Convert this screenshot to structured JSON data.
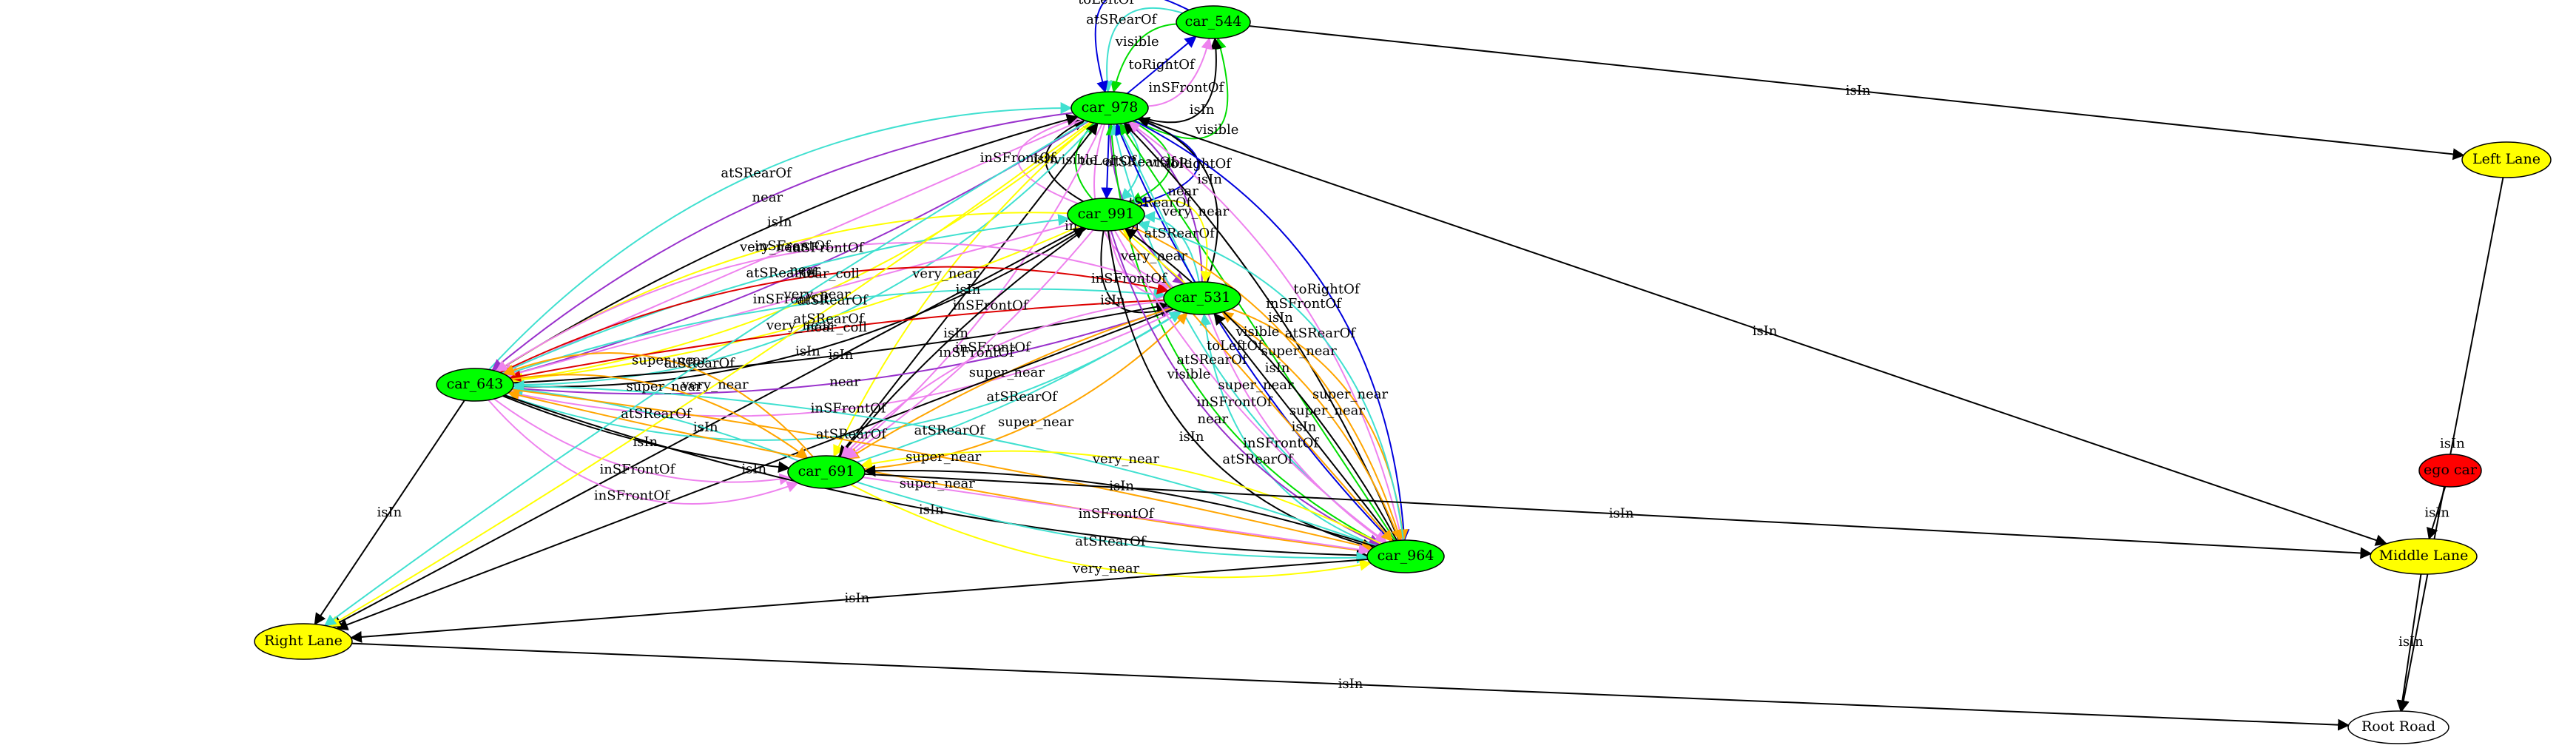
{
  "nodes": [
    {
      "id": "car_544",
      "label": "car_544",
      "fill": "#00ff00"
    },
    {
      "id": "car_978",
      "label": "car_978",
      "fill": "#00ff00"
    },
    {
      "id": "car_991",
      "label": "car_991",
      "fill": "#00ff00"
    },
    {
      "id": "car_531",
      "label": "car_531",
      "fill": "#00ff00"
    },
    {
      "id": "car_643",
      "label": "car_643",
      "fill": "#00ff00"
    },
    {
      "id": "car_691",
      "label": "car_691",
      "fill": "#00ff00"
    },
    {
      "id": "car_964",
      "label": "car_964",
      "fill": "#00ff00"
    },
    {
      "id": "ego_car",
      "label": "ego car",
      "fill": "#ff0000"
    },
    {
      "id": "left_lane",
      "label": "Left Lane",
      "fill": "#ffff00"
    },
    {
      "id": "middle_lane",
      "label": "Middle Lane",
      "fill": "#ffff00"
    },
    {
      "id": "right_lane",
      "label": "Right Lane",
      "fill": "#ffff00"
    },
    {
      "id": "root_road",
      "label": "Root Road",
      "fill": "#ffffff"
    }
  ],
  "edges": [
    {
      "from": "car_978",
      "to": "car_544",
      "label": "visible",
      "color": "#00dd00"
    },
    {
      "from": "car_978",
      "to": "car_544",
      "label": "isIn",
      "color": "#000000"
    },
    {
      "from": "car_978",
      "to": "car_544",
      "label": "inSFrontOf",
      "color": "#ee82ee"
    },
    {
      "from": "car_978",
      "to": "car_544",
      "label": "toRightOf",
      "color": "#0000dd"
    },
    {
      "from": "car_544",
      "to": "car_978",
      "label": "visible",
      "color": "#00dd00"
    },
    {
      "from": "car_544",
      "to": "car_978",
      "label": "atSRearOf",
      "color": "#40e0d0"
    },
    {
      "from": "car_544",
      "to": "car_978",
      "label": "toLeftOf",
      "color": "#0000dd"
    },
    {
      "from": "car_544",
      "to": "left_lane",
      "label": "isIn",
      "color": "#000000"
    },
    {
      "from": "car_978",
      "to": "car_991",
      "label": "toRightOf",
      "color": "#0000dd"
    },
    {
      "from": "car_978",
      "to": "car_991",
      "label": "visible",
      "color": "#00dd00"
    },
    {
      "from": "car_978",
      "to": "car_991",
      "label": "atSRearOf",
      "color": "#40e0d0"
    },
    {
      "from": "car_978",
      "to": "car_991",
      "label": "toLeftOf",
      "color": "#0000dd"
    },
    {
      "from": "car_991",
      "to": "car_978",
      "label": "visible",
      "color": "#00dd00"
    },
    {
      "from": "car_991",
      "to": "car_978",
      "label": "isIn",
      "color": "#000000"
    },
    {
      "from": "car_991",
      "to": "car_978",
      "label": "inSFrontOf",
      "color": "#ee82ee"
    },
    {
      "from": "car_978",
      "to": "car_531",
      "label": "inSFrontOf",
      "color": "#ee82ee"
    },
    {
      "from": "car_978",
      "to": "car_531",
      "label": "near",
      "color": "#9932cc"
    },
    {
      "from": "car_531",
      "to": "car_978",
      "label": "atSRearOf",
      "color": "#40e0d0"
    },
    {
      "from": "car_531",
      "to": "car_978",
      "label": "near",
      "color": "#9932cc"
    },
    {
      "from": "car_531",
      "to": "car_978",
      "label": "isIn",
      "color": "#000000"
    },
    {
      "from": "car_643",
      "to": "car_978",
      "label": "atSRearOf",
      "color": "#40e0d0"
    },
    {
      "from": "car_978",
      "to": "car_643",
      "label": "near",
      "color": "#9932cc"
    },
    {
      "from": "car_643",
      "to": "car_978",
      "label": "isIn",
      "color": "#000000"
    },
    {
      "from": "car_978",
      "to": "car_643",
      "label": "inSFrontOf",
      "color": "#ee82ee"
    },
    {
      "from": "car_978",
      "to": "car_643",
      "label": "near",
      "color": "#9932cc"
    },
    {
      "from": "car_978",
      "to": "car_643",
      "label": "very_near",
      "color": "#ffff00"
    },
    {
      "from": "car_978",
      "to": "car_643",
      "label": "atSRearOf",
      "color": "#40e0d0"
    },
    {
      "from": "car_978",
      "to": "car_691",
      "label": "very_near",
      "color": "#ffff00"
    },
    {
      "from": "car_691",
      "to": "car_978",
      "label": "isIn",
      "color": "#000000"
    },
    {
      "from": "car_978",
      "to": "car_691",
      "label": "inSFrontOf",
      "color": "#ee82ee"
    },
    {
      "from": "car_964",
      "to": "car_978",
      "label": "visible",
      "color": "#00dd00"
    },
    {
      "from": "car_964",
      "to": "car_978",
      "label": "atSRearOf",
      "color": "#40e0d0"
    },
    {
      "from": "car_964",
      "to": "car_978",
      "label": "toLeftOf",
      "color": "#0000dd"
    },
    {
      "from": "car_964",
      "to": "car_978",
      "label": "visible",
      "color": "#00dd00"
    },
    {
      "from": "car_964",
      "to": "car_978",
      "label": "isIn",
      "color": "#000000"
    },
    {
      "from": "car_964",
      "to": "car_978",
      "label": "inSFrontOf",
      "color": "#ee82ee"
    },
    {
      "from": "car_978",
      "to": "car_964",
      "label": "toRightOf",
      "color": "#0000dd"
    },
    {
      "from": "car_978",
      "to": "middle_lane",
      "label": "isIn",
      "color": "#000000"
    },
    {
      "from": "car_991",
      "to": "car_531",
      "label": "isIn",
      "color": "#000000"
    },
    {
      "from": "car_991",
      "to": "car_531",
      "label": "inSFrontOf",
      "color": "#ee82ee"
    },
    {
      "from": "car_531",
      "to": "car_991",
      "label": "very_near",
      "color": "#ffff00"
    },
    {
      "from": "car_531",
      "to": "car_991",
      "label": "atSRearOf",
      "color": "#40e0d0"
    },
    {
      "from": "car_991",
      "to": "car_531",
      "label": "very_near",
      "color": "#ffff00"
    },
    {
      "from": "car_991",
      "to": "car_643",
      "label": "very_near",
      "color": "#ffff00"
    },
    {
      "from": "car_643",
      "to": "car_991",
      "label": "atSRearOf",
      "color": "#40e0d0"
    },
    {
      "from": "car_991",
      "to": "car_643",
      "label": "inSFrontOf",
      "color": "#ee82ee"
    },
    {
      "from": "car_991",
      "to": "car_643",
      "label": "very_near",
      "color": "#ffff00"
    },
    {
      "from": "car_643",
      "to": "car_991",
      "label": "isIn",
      "color": "#000000"
    },
    {
      "from": "car_991",
      "to": "right_lane",
      "label": "isIn",
      "color": "#000000"
    },
    {
      "from": "car_643",
      "to": "car_531",
      "label": "atSRearOf",
      "color": "#40e0d0"
    },
    {
      "from": "car_531",
      "to": "car_643",
      "label": "inSFrontOf",
      "color": "#ee82ee"
    },
    {
      "from": "car_643",
      "to": "car_531",
      "label": "near",
      "color": "#9932cc"
    },
    {
      "from": "car_643",
      "to": "car_531",
      "label": "isIn",
      "color": "#000000"
    },
    {
      "from": "car_531",
      "to": "car_643",
      "label": "near_coll",
      "color": "#dd0000"
    },
    {
      "from": "car_643",
      "to": "car_531",
      "label": "atSRearOf",
      "color": "#40e0d0"
    },
    {
      "from": "car_643",
      "to": "car_531",
      "label": "near_coll",
      "color": "#dd0000"
    },
    {
      "from": "car_531",
      "to": "car_643",
      "label": "inSFrontOf",
      "color": "#ee82ee"
    },
    {
      "from": "car_991",
      "to": "car_691",
      "label": "isIn",
      "color": "#000000"
    },
    {
      "from": "car_691",
      "to": "car_531",
      "label": "super_near",
      "color": "#ffa500"
    },
    {
      "from": "car_691",
      "to": "car_531",
      "label": "atSRearOf",
      "color": "#40e0d0"
    },
    {
      "from": "car_531",
      "to": "car_691",
      "label": "super_near",
      "color": "#ffa500"
    },
    {
      "from": "car_531",
      "to": "car_691",
      "label": "inSFrontOf",
      "color": "#ee82ee"
    },
    {
      "from": "car_531",
      "to": "car_964",
      "label": "super_near",
      "color": "#ffa500"
    },
    {
      "from": "car_964",
      "to": "car_531",
      "label": "super_near",
      "color": "#ffa500"
    },
    {
      "from": "car_964",
      "to": "car_531",
      "label": "isIn",
      "color": "#000000"
    },
    {
      "from": "car_531",
      "to": "car_964",
      "label": "inSFrontOf",
      "color": "#ee82ee"
    },
    {
      "from": "car_964",
      "to": "car_531",
      "label": "atSRearOf",
      "color": "#40e0d0"
    },
    {
      "from": "car_531",
      "to": "right_lane",
      "label": "isIn",
      "color": "#000000"
    },
    {
      "from": "car_991",
      "to": "car_964",
      "label": "isIn",
      "color": "#000000"
    },
    {
      "from": "car_991",
      "to": "car_964",
      "label": "near",
      "color": "#9932cc"
    },
    {
      "from": "car_991",
      "to": "car_964",
      "label": "inSFrontOf",
      "color": "#ee82ee"
    },
    {
      "from": "car_991",
      "to": "car_964",
      "label": "super_near",
      "color": "#ffa500"
    },
    {
      "from": "car_964",
      "to": "car_991",
      "label": "isIn",
      "color": "#000000"
    },
    {
      "from": "car_991",
      "to": "car_964",
      "label": "super_near",
      "color": "#ffa500"
    },
    {
      "from": "car_964",
      "to": "car_991",
      "label": "atSRearOf",
      "color": "#40e0d0"
    },
    {
      "from": "car_991",
      "to": "car_691",
      "label": "inSFrontOf",
      "color": "#ee82ee"
    },
    {
      "from": "car_691",
      "to": "car_643",
      "label": "super_near",
      "color": "#ffa500"
    },
    {
      "from": "car_643",
      "to": "car_691",
      "label": "super_near",
      "color": "#ffa500"
    },
    {
      "from": "car_691",
      "to": "car_643",
      "label": "atSRearOf",
      "color": "#40e0d0"
    },
    {
      "from": "car_643",
      "to": "car_691",
      "label": "isIn",
      "color": "#000000"
    },
    {
      "from": "car_643",
      "to": "car_691",
      "label": "inSFrontOf",
      "color": "#ee82ee"
    },
    {
      "from": "car_643",
      "to": "car_691",
      "label": "inSFrontOf",
      "color": "#ee82ee"
    },
    {
      "from": "car_643",
      "to": "right_lane",
      "label": "isIn",
      "color": "#000000"
    },
    {
      "from": "car_964",
      "to": "car_643",
      "label": "atSRearOf",
      "color": "#40e0d0"
    },
    {
      "from": "car_643",
      "to": "car_964",
      "label": "super_near",
      "color": "#ffa500"
    },
    {
      "from": "car_964",
      "to": "car_643",
      "label": "super_near",
      "color": "#ffa500"
    },
    {
      "from": "car_643",
      "to": "car_964",
      "label": "isIn",
      "color": "#000000"
    },
    {
      "from": "car_964",
      "to": "car_691",
      "label": "very_near",
      "color": "#ffff00"
    },
    {
      "from": "car_964",
      "to": "car_691",
      "label": "isIn",
      "color": "#000000"
    },
    {
      "from": "car_691",
      "to": "car_964",
      "label": "inSFrontOf",
      "color": "#ee82ee"
    },
    {
      "from": "car_691",
      "to": "car_964",
      "label": "atSRearOf",
      "color": "#40e0d0"
    },
    {
      "from": "car_691",
      "to": "car_964",
      "label": "very_near",
      "color": "#ffff00"
    },
    {
      "from": "car_691",
      "to": "middle_lane",
      "label": "isIn",
      "color": "#000000"
    },
    {
      "from": "car_964",
      "to": "right_lane",
      "label": "isIn",
      "color": "#000000"
    },
    {
      "from": "ego_car",
      "to": "middle_lane",
      "label": "isIn",
      "color": "#000000"
    },
    {
      "from": "left_lane",
      "to": "root_road",
      "label": "isIn",
      "color": "#000000"
    },
    {
      "from": "middle_lane",
      "to": "root_road",
      "label": "isIn",
      "color": "#000000"
    },
    {
      "from": "right_lane",
      "to": "root_road",
      "label": "isIn",
      "color": "#000000"
    },
    {
      "from": "car_978",
      "to": "right_lane",
      "label": "very_near",
      "color": "#ffff00"
    },
    {
      "from": "car_978",
      "to": "right_lane",
      "label": "atSRearOf",
      "color": "#40e0d0"
    }
  ]
}
